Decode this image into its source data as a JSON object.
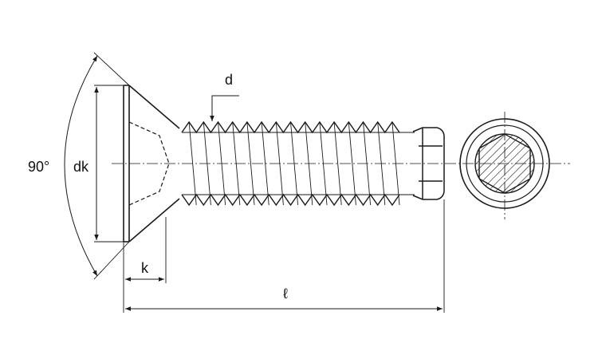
{
  "labels": {
    "angle": "90°",
    "head_diameter": "dk",
    "thread_diameter": "d",
    "head_height": "k",
    "length": "ℓ"
  },
  "colors": {
    "line": "#1a1a1a",
    "hatch": "#1a1a1a",
    "background": "#ffffff"
  }
}
